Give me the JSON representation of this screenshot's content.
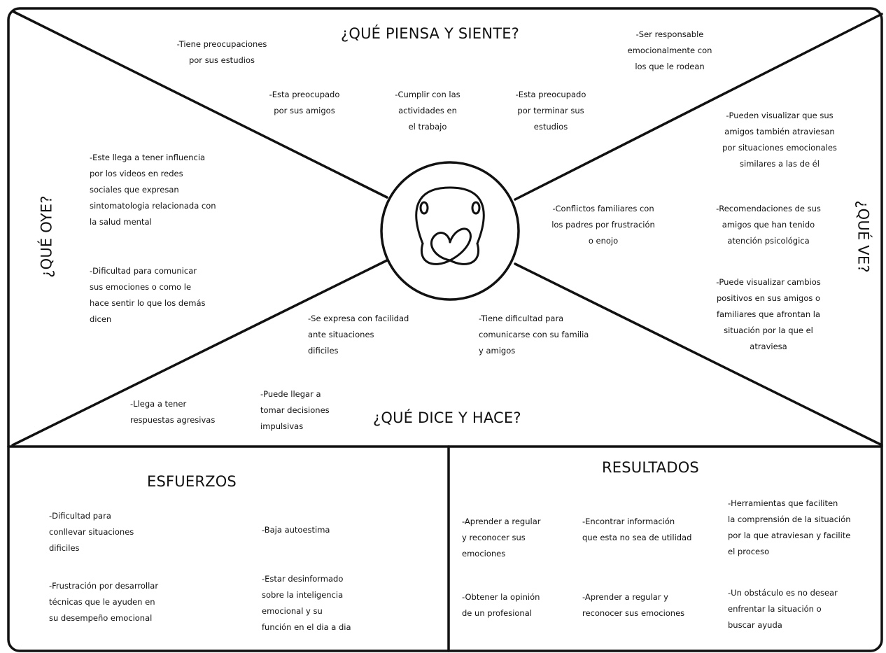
{
  "map": {
    "piensa": {
      "title": "¿QUÉ PIENSA Y SIENTE?",
      "items": [
        "-Tiene preocupaciones\npor sus estudios",
        "-Ser responsable\nemocionalmente con\nlos que le rodean",
        "-Esta preocupado\npor sus amigos",
        "-Cumplir con las\nactividades en\nel trabajo",
        "-Esta preocupado\npor terminar sus\nestudios"
      ]
    },
    "oye": {
      "title": "¿QUÉ OYE?",
      "items": [
        "-Este llega a tener influencia\npor los videos en redes\nsociales que expresan\nsintomatologia relacionada con\nla salud mental",
        "-Dificultad para comunicar\nsus emociones o como le\nhace sentir lo que los demás\ndicen"
      ]
    },
    "ve": {
      "title": "¿QUÉ VE?",
      "items": [
        "-Pueden visualizar que sus\namigos también atraviesan\npor situaciones emocionales\nsimilares a las de él",
        "-Recomendaciones de sus\namigos que han tenido\natención psicológica",
        "-Puede visualizar cambios\npositivos en sus amigos o\nfamiliares que afrontan la\nsituación por la que el\natraviesa"
      ]
    },
    "center": {
      "item": "-Conflictos familiares con\nlos padres por frustración\no enojo"
    },
    "dice": {
      "title": "¿QUÉ DICE Y HACE?",
      "items": [
        "-Se expresa con facilidad\nante situaciones\ndificiles",
        "-Tiene dificultad para\ncomunicarse con su familia\ny amigos",
        "-Llega a tener\nrespuestas agresivas",
        "-Puede llegar a\ntomar decisiones\nimpulsivas"
      ]
    },
    "esfuerzos": {
      "title": "ESFUERZOS",
      "items": [
        "-Dificultad para\nconllevar situaciones\ndificiles",
        "-Frustración por desarrollar\ntécnicas que le ayuden en\nsu desempeño emocional",
        "-Baja autoestima",
        "-Estar desinformado\nsobre la inteligencia\nemocional y su\nfunción en el dia a dia"
      ]
    },
    "resultados": {
      "title": "RESULTADOS",
      "items": [
        "-Aprender a regular\ny reconocer sus\nemociones",
        "-Encontrar información\nque esta no sea de utilidad",
        "-Herramientas que faciliten\nla comprensión de la situación\npor la que atraviesan y facilite\nel proceso",
        "-Obtener la opinión\nde un profesional",
        "-Aprender a regular y\nreconocer sus emociones",
        "-Un obstáculo es no desear\nenfrentar la situación o\nbuscar ayuda"
      ]
    },
    "colors": {
      "line": "#111111",
      "background": "#ffffff"
    },
    "icon": "person-hugging-heart-icon"
  }
}
